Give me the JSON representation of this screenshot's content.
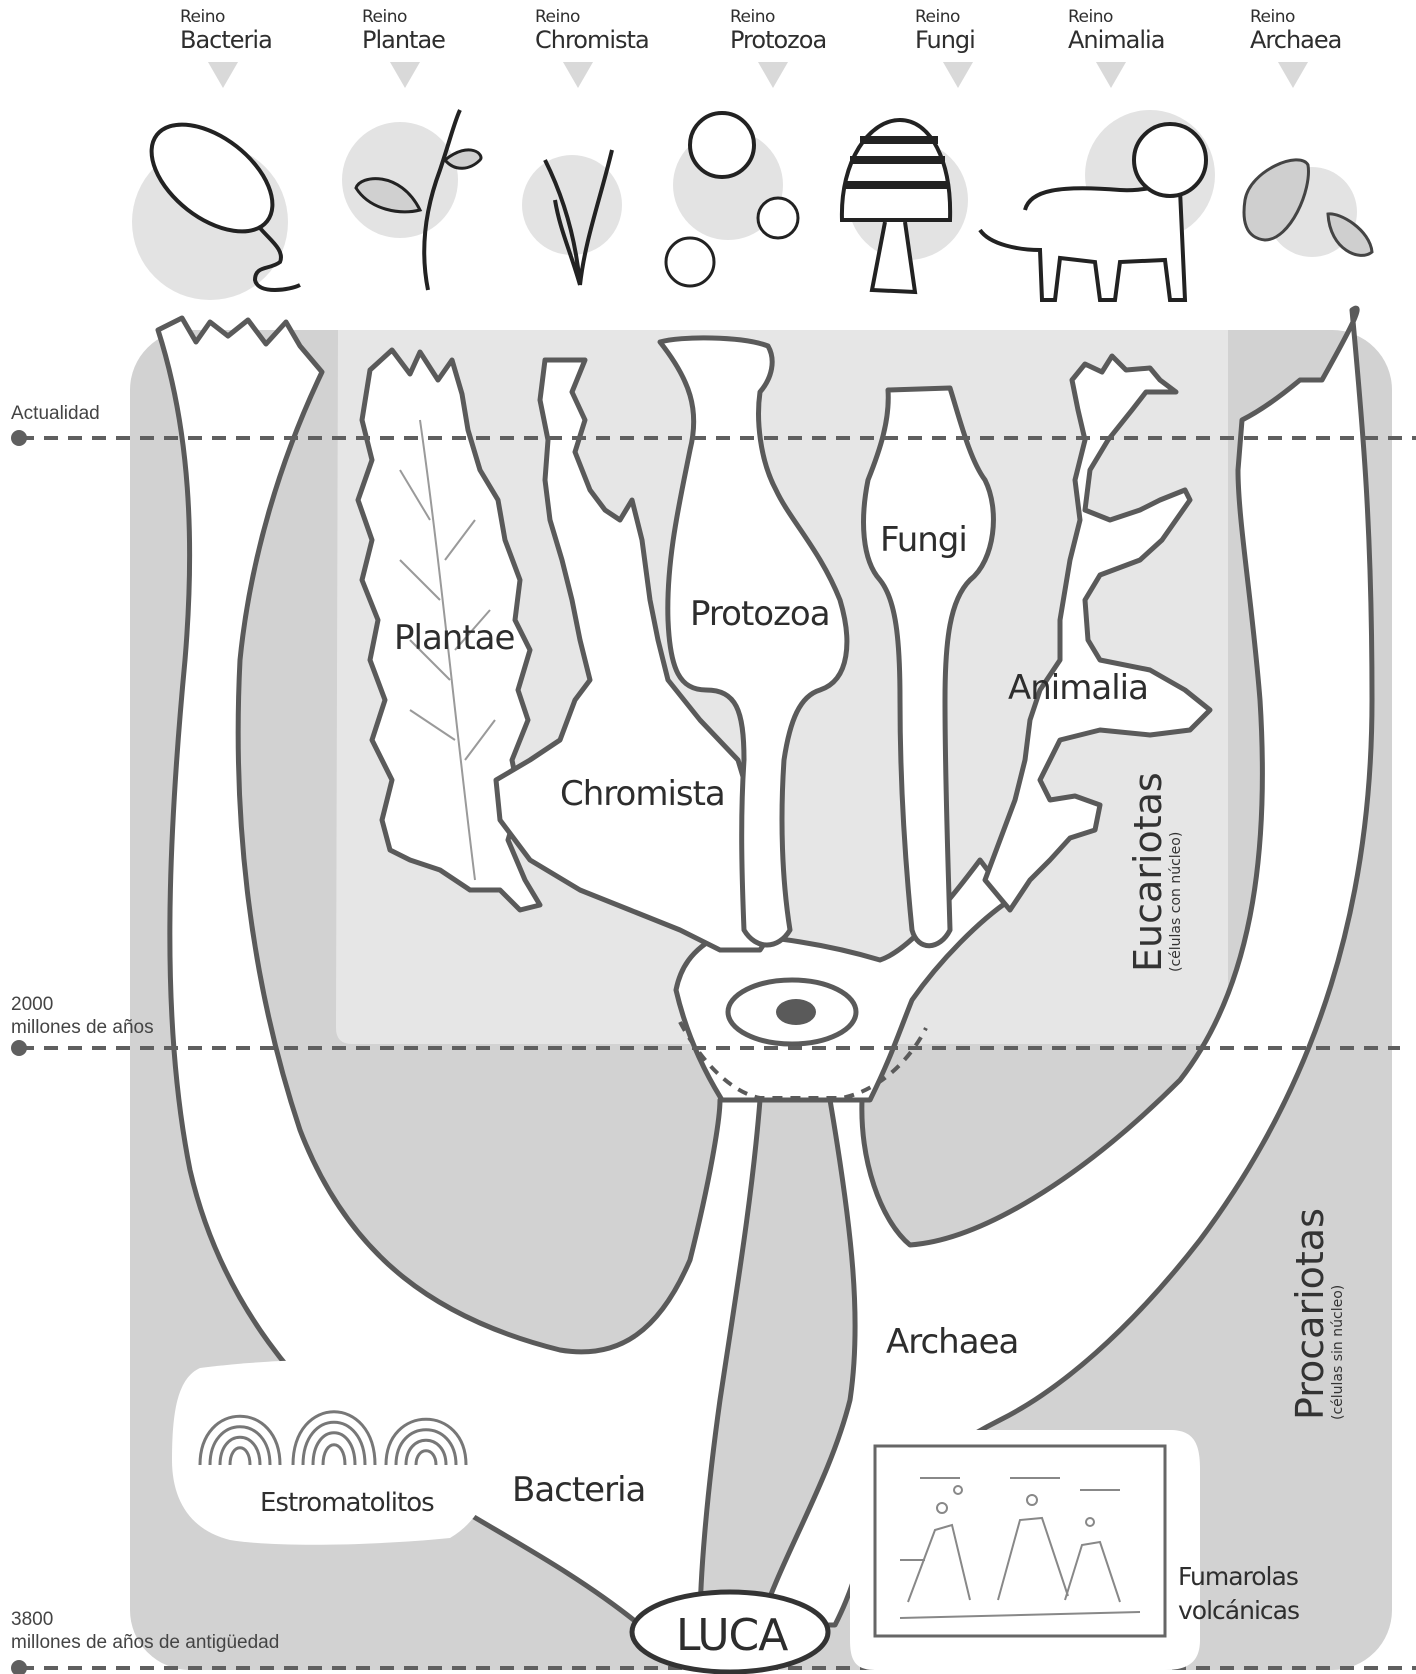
{
  "kingdoms": [
    {
      "prefix": "Reino",
      "name": "Bacteria"
    },
    {
      "prefix": "Reino",
      "name": "Plantae"
    },
    {
      "prefix": "Reino",
      "name": "Chromista"
    },
    {
      "prefix": "Reino",
      "name": "Protozoa"
    },
    {
      "prefix": "Reino",
      "name": "Fungi"
    },
    {
      "prefix": "Reino",
      "name": "Animalia"
    },
    {
      "prefix": "Reino",
      "name": "Archaea"
    }
  ],
  "timeline": {
    "present": "Actualidad",
    "mid_value": "2000",
    "mid_unit": "millones de años",
    "origin_value": "3800",
    "origin_unit": "millones de años de antigüedad"
  },
  "branches": {
    "plantae": "Plantae",
    "chromista": "Chromista",
    "protozoa": "Protozoa",
    "fungi": "Fungi",
    "animalia": "Animalia",
    "archaea": "Archaea",
    "bacteria": "Bacteria",
    "luca": "LUCA"
  },
  "domains": {
    "eukaryotes": "Eucariotas",
    "eukaryotes_note": "(células con núcleo)",
    "prokaryotes": "Procariotas",
    "prokaryotes_note": "(células sin núcleo)"
  },
  "insets": {
    "stromatolites": "Estromatolitos",
    "vents_line1": "Fumarolas",
    "vents_line2": "volcánicas"
  },
  "colors": {
    "background_dark": "#d2d2d2",
    "background_light": "#e6e6e6",
    "branch_fill": "#ffffff",
    "outline": "#5a5a5a"
  }
}
